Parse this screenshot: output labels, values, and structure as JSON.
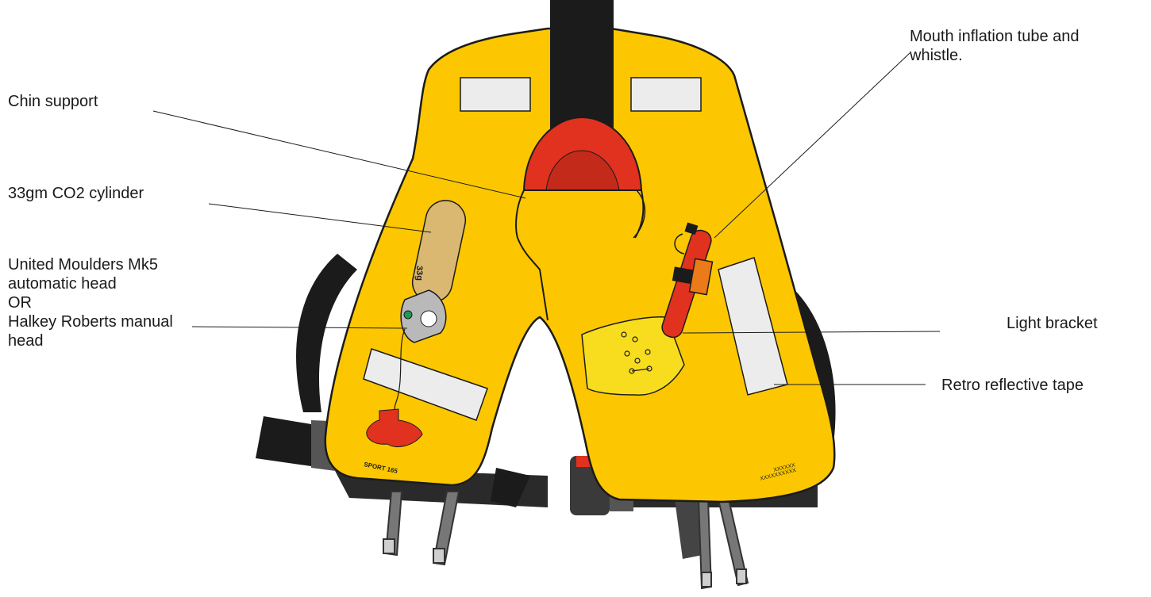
{
  "labels": {
    "chin_support": "Chin support",
    "co2_cylinder": "33gm CO2 cylinder",
    "head": [
      "United Moulders Mk5",
      "automatic head",
      "OR",
      "Halkey Roberts manual",
      "head"
    ],
    "mouth_tube": [
      "Mouth inflation tube and",
      "whistle."
    ],
    "light_bracket": "Light bracket",
    "retro_tape": "Retro reflective tape"
  },
  "printed_marks": {
    "model": "SPORT 165",
    "serial_line1": "XXXXXX",
    "serial_line2": "XXXXXXXXXX",
    "cylinder_size": "33g"
  },
  "colors": {
    "bladder_yellow": "#fcc700",
    "chin_red": "#e1311f",
    "strap_black": "#1b1b1b",
    "reflective_tape": "#ececec",
    "cylinder_tan": "#dab872",
    "bracket_yellow": "#f8dd1f",
    "firing_head_grey": "#b9b9b9"
  }
}
